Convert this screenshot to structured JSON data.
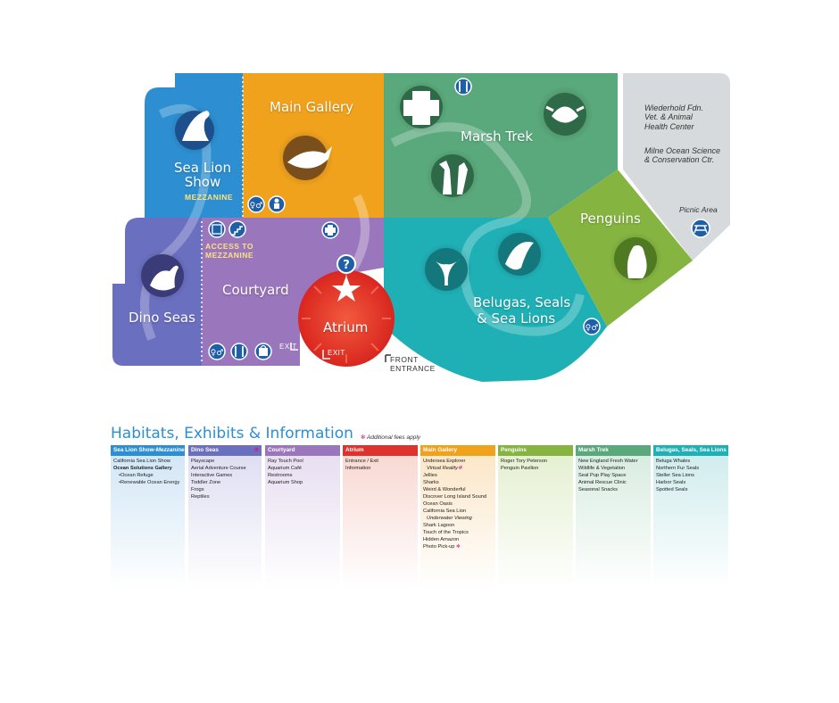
{
  "map": {
    "zones": {
      "sea_lion_show": "Sea Lion Show",
      "sea_lion_mezzanine": "MEZZANINE",
      "main_gallery": "Main Gallery",
      "marsh_trek": "Marsh Trek",
      "penguins": "Penguins",
      "courtyard": "Courtyard",
      "access_mezzanine_1": "ACCESS TO",
      "access_mezzanine_2": "MEZZANINE",
      "dino_seas": "Dino Seas",
      "atrium": "Atrium",
      "belugas_1": "Belugas, Seals",
      "belugas_2": "& Sea Lions",
      "vet_1": "Wiederhold Fdn.",
      "vet_2": "Vet. & Animal",
      "vet_3": "Health Center",
      "milne_1": "Milne Ocean Science",
      "milne_2": "& Conservation Ctr.",
      "picnic": "Picnic Area",
      "exit_courtyard": "EXIT",
      "exit_atrium": "EXIT",
      "front_1": "FRONT",
      "front_2": "ENTRANCE"
    },
    "colors": {
      "sea_lion": "#2d8fd1",
      "main_gallery": "#f0a21d",
      "marsh_trek": "#5aa97c",
      "penguins": "#86b441",
      "courtyard": "#9a76bc",
      "dino_seas": "#6b6fc0",
      "atrium": "#e0322c",
      "belugas": "#1fb0b6",
      "vet": "#d6dadc",
      "icon_blue": "#1f5fa8"
    }
  },
  "legend": {
    "title": "Habitats, Exhibits & Information",
    "note": "Additional fees apply",
    "columns": [
      {
        "header": "Sea Lion Show",
        "header_sub": "Mezzanine",
        "color": "#2d8fd1",
        "bg": "#cfe5f6",
        "items": [
          "California Sea Lion Show"
        ],
        "subhead": "Ocean Solutions Gallery",
        "subitems": [
          "•Ocean Refuge",
          "•Renewable Ocean Energy"
        ]
      },
      {
        "header": "Dino Seas",
        "color": "#6b6fc0",
        "bg": "#dcdcf1",
        "items": [
          "Playscape",
          "Aerial Adventure Course",
          "Interactive Games",
          "Toddler Zone",
          "Frogs",
          "Reptiles"
        ]
      },
      {
        "header": "Courtyard",
        "color": "#9a76bc",
        "bg": "#e6dcf0",
        "items": [
          "Ray Touch Pool",
          "Aquarium Café",
          "Restrooms",
          "Aquarium Shop"
        ]
      },
      {
        "header": "Atrium",
        "color": "#e0322c",
        "bg": "#f8d6cf",
        "items": [
          "Entrance / Exit",
          "Information"
        ]
      },
      {
        "header": "Main Gallery",
        "color": "#f0a21d",
        "bg": "#fbe5c4",
        "items": [
          "Undersea Explorer",
          "Virtual Reality",
          "Jellies",
          "Sharks",
          "Weird & Wonderful",
          "Discover Long Island Sound",
          "Ocean Oasis",
          "California Sea Lion",
          "Underwater Viewing",
          "Shark Lagoon",
          "Touch of the Tropics",
          "Hidden Amazon",
          "Photo Pick-up"
        ]
      },
      {
        "header": "Penguins",
        "color": "#86b441",
        "bg": "#e3efce",
        "items": [
          "Roger Tory Peterson",
          "Penguin Pavilion"
        ]
      },
      {
        "header": "Marsh Trek",
        "color": "#5aa97c",
        "bg": "#d6ebdf",
        "items": [
          "New England Fresh Water",
          "Wildlife & Vegetation",
          "Seal Pup Play Space",
          "Animal Rescue Clinic",
          "Seasonal Snacks"
        ]
      },
      {
        "header": "Belugas, Seals, Sea Lions",
        "color": "#1fb0b6",
        "bg": "#cdebec",
        "items": [
          "Beluga Whales",
          "Northern Fur Seals",
          "Steller Sea Lions",
          "Harbor Seals",
          "Spotted Seals"
        ]
      }
    ]
  }
}
